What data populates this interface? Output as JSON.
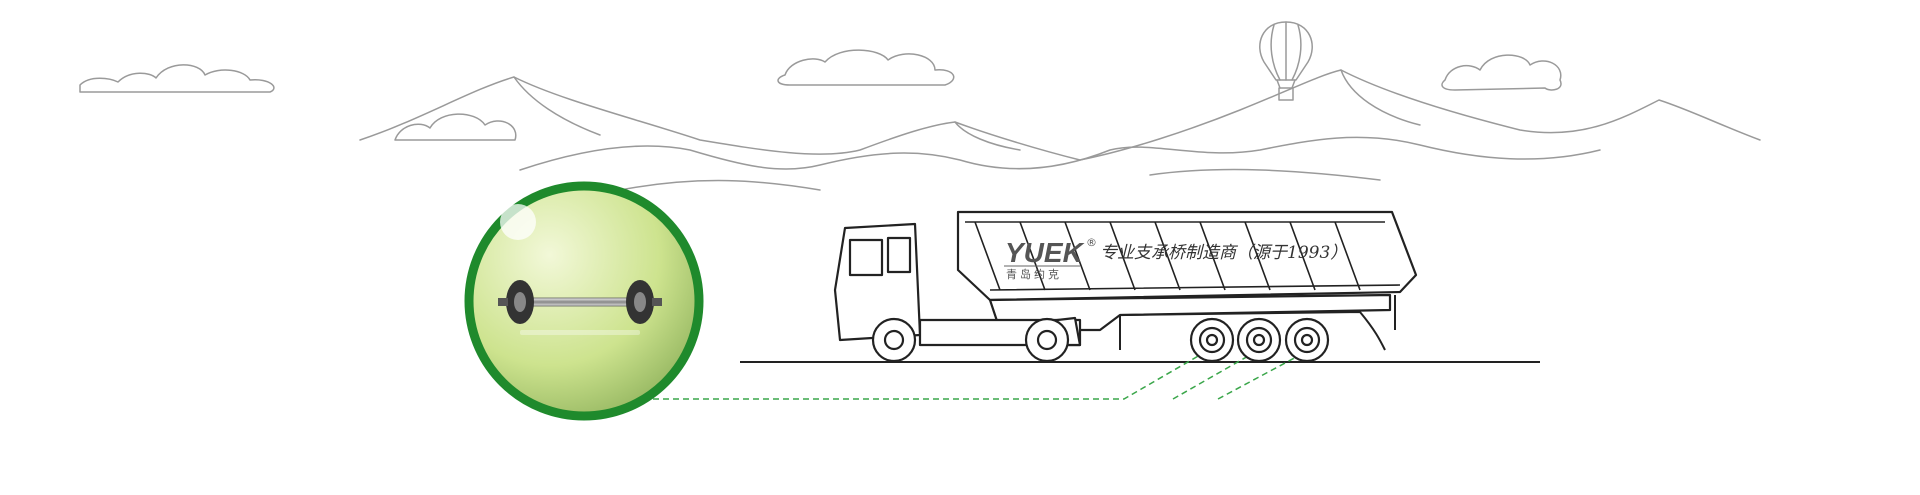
{
  "brand": {
    "logo": "YUEK",
    "registered": "®",
    "logo_sub": "青岛约克"
  },
  "slogan": "专业支承桥制造商（源于1993）",
  "colors": {
    "accent_green": "#2e9a3a",
    "circle_fill": "#c9e08a",
    "dash": "#3aa64a"
  },
  "icons": [
    "axle-product-image",
    "truck-illustration",
    "hot-air-balloon",
    "mountains",
    "clouds"
  ]
}
